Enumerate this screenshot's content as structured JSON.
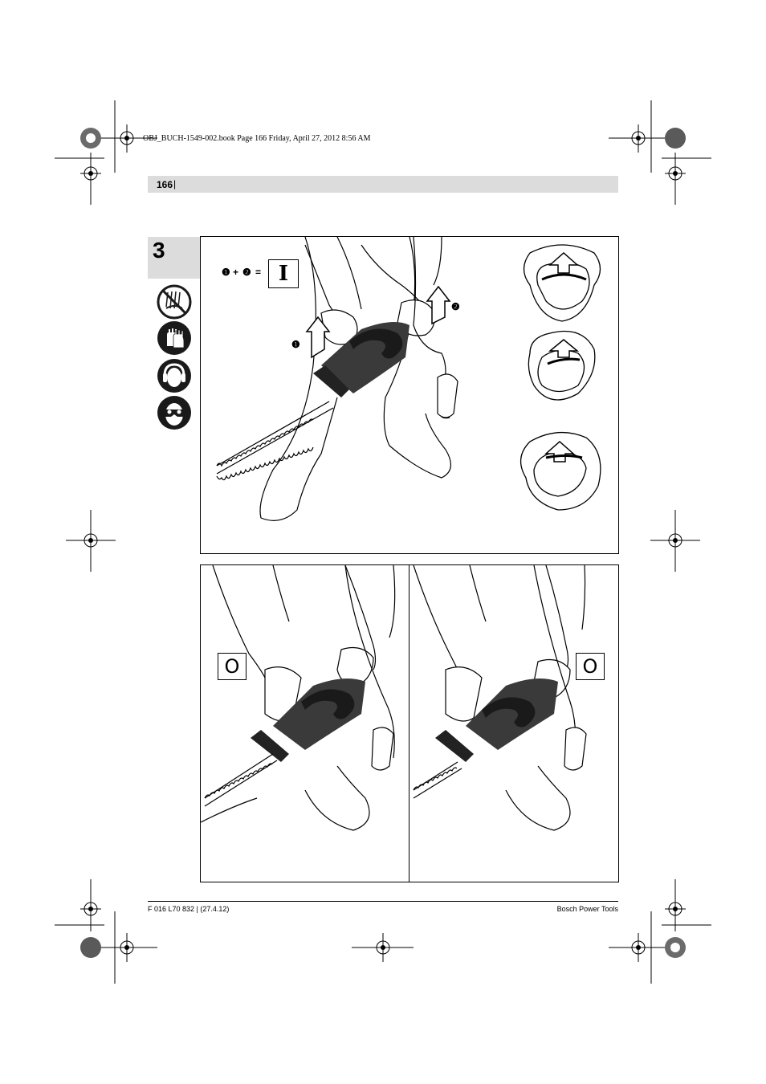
{
  "print_line": "OBJ_BUCH-1549-002.book  Page 166  Friday, April 27, 2012  8:56 AM",
  "header": {
    "page_number": "166",
    "separator": "|"
  },
  "section": {
    "number": "3"
  },
  "safety_icons": [
    "no-rain-icon",
    "wear-gloves-icon",
    "wear-ear-protection-icon",
    "wear-eye-protection-icon"
  ],
  "figure_top": {
    "sequence_1": "❶",
    "plus": "+",
    "sequence_2": "❷",
    "equals": "=",
    "switch_symbol": "I",
    "callout_1": "❶",
    "callout_2": "❷"
  },
  "figure_bottom": {
    "off_symbol_left": "O",
    "off_symbol_right": "O"
  },
  "footer": {
    "left": "F 016 L70 832 | (27.4.12)",
    "right": "Bosch Power Tools"
  },
  "colors": {
    "bar_gray": "#dcdcdc",
    "icon_black": "#1a1a1a",
    "tool_dark": "#3a3a3a"
  }
}
